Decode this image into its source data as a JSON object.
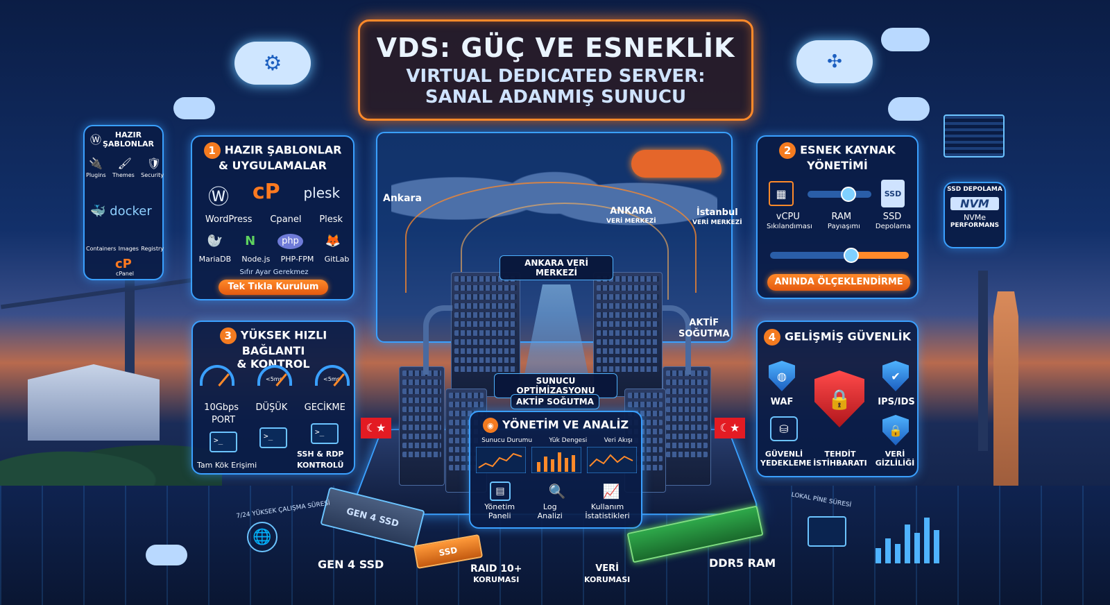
{
  "header": {
    "line1": "VDS: GÜÇ VE ESNEKLİK",
    "line2": "VIRTUAL DEDICATED SERVER:",
    "line3": "SANAL ADANMIŞ SUNUCU"
  },
  "left_mini": {
    "title": "HAZIR ŞABLONLAR",
    "icons": [
      "Plugins",
      "Themes",
      "Security"
    ],
    "docker": "docker",
    "items": [
      "Containers",
      "Images",
      "Registry"
    ],
    "cpanel": "cPanel"
  },
  "panel1": {
    "num": "1",
    "title_l1": "HAZIR ŞABLONLAR",
    "title_l2": "& UYGULAMALAR",
    "apps": [
      "WordPress",
      "Cpanel",
      "Plesk"
    ],
    "plesk_logo": "plesk",
    "tech": [
      "MariaDB",
      "Node.js",
      "PHP-FPM",
      "GitLab"
    ],
    "php_logo": "php",
    "note": "Sıfır Ayar Gerekmez",
    "button": "Tek Tıkla Kurulum"
  },
  "panel2": {
    "num": "2",
    "title_l1": "ESNEK KAYNAK",
    "title_l2": "YÖNETİMİ",
    "items": [
      "vCPU",
      "RAM",
      "SSD"
    ],
    "subs": [
      "Sıkılandıması",
      "Payıaşımı",
      "Depolama"
    ],
    "ssd_icon": "SSD",
    "button": "ANINDA ÖLÇEKLENDİRME"
  },
  "right_mini": {
    "title": "SSD DEPOLAMA",
    "logo": "NVM",
    "label_l1": "NVMe",
    "label_l2": "PERFORMANS"
  },
  "panel3": {
    "num": "3",
    "title_l1": "YÜKSEK HIZLI BAĞLANTI",
    "title_l2": "& KONTROL",
    "gauges": [
      "10Gbps",
      "DÜŞÜK",
      "GECİKME"
    ],
    "gauge_sub": "PORT",
    "latency": [
      "<5ms",
      "<5ms"
    ],
    "terminals": [
      "Tam Kök Erişimi",
      "SSH & RDP",
      "KONTROLÜ"
    ]
  },
  "panel4": {
    "num": "4",
    "title": "GELİŞMİŞ GÜVENLİK",
    "items": [
      "WAF",
      "IPS/IDS"
    ],
    "bottom": [
      "GÜVENLİ",
      "YEDEKLEME",
      "TEHDİT",
      "İSTİHBARATI",
      "VERİ",
      "GİZLİLİĞİ"
    ]
  },
  "map": {
    "ankara": "Ankara",
    "dc1_l1": "ANKARA",
    "dc1_l2": "VERİ MERKEZİ",
    "dc2_l1": "İstanbul",
    "dc2_l2": "VERİ MERKEZİ"
  },
  "center": {
    "dc": "ANKARA VERİ MERKEZİ",
    "cool_l1": "AKTİF",
    "cool_l2": "SOĞUTMA",
    "opt": "SUNUCU OPTİMİZASYONU",
    "cool": "AKTİP SOĞUTMA"
  },
  "mgmt": {
    "title": "YÖNETİM VE ANALİZ",
    "charts": [
      "Sunucu Durumu",
      "Yük Dengesi",
      "Veri Akışı"
    ],
    "tools": [
      "Yönetim",
      "Paneli",
      "Log",
      "Analizi",
      "Kullanım",
      "İstatistikleri"
    ]
  },
  "bottom": {
    "ssd": "GEN 4 SSD",
    "ssd_chip": "GEN 4 SSD",
    "raid_l1": "RAID 10+",
    "raid_l2": "KORUMASI",
    "data_l1": "VERİ",
    "data_l2": "KORUMASI",
    "ram": "DDR5 RAM",
    "uptime": "7/24 YÜKSEK ÇALIŞMA SÜRESİ",
    "ping": "LOKAL PİNE SÜRESİ",
    "ssd_small": "SSD"
  },
  "colors": {
    "accent": "#f47b20",
    "primary": "#3aa0ff",
    "bg": "#0b1d45"
  }
}
